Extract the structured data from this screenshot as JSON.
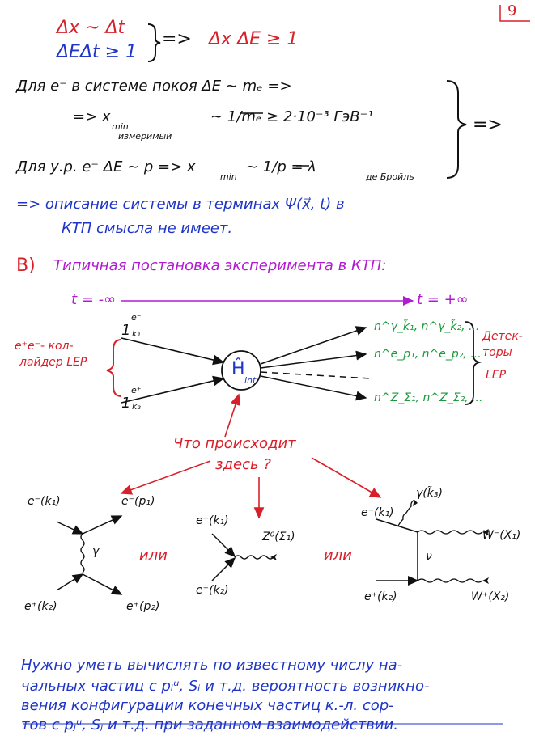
{
  "page_number": "9",
  "top": {
    "line1": "Δx ~ Δt",
    "line2": "ΔEΔt ≥ 1",
    "arrow": "}=>",
    "result": "Δx ΔE ≥ 1"
  },
  "rest": {
    "line1": "Для e⁻ в системе покоя ΔE ~ mₑ =>",
    "line2a": "=> x",
    "line2sub1": "min",
    "line2sub2": "измеримый",
    "line2b": "~ 1/mₑ ≥ 2·10⁻³ ГэВ⁻¹",
    "line3": "Для у.р. e⁻ ΔE ~ p => x",
    "line3sub": "min",
    "line3b": "~ 1/p = λ",
    "line3sub2": "де Бройль",
    "arrow_right": "=>"
  },
  "conclusion": {
    "line1": "=> описание системы в терминах Ψ(x⃗, t) в",
    "line2": "КТП смысла не имеет."
  },
  "section_b": {
    "label": "B)",
    "title": "Типичная постановка эксперимента в КТП:"
  },
  "timeline": {
    "left": "t = -∞",
    "right": "t = +∞"
  },
  "collider": {
    "label_line1": "e⁺e⁻- кол-",
    "label_line2": "лайдер LEP",
    "in1": "1",
    "in1_sup": "e⁻",
    "in1_sub": "k₁",
    "in2": "1",
    "in2_sup": "e⁺",
    "in2_sub": "k₂",
    "hamiltonian": "Ĥ",
    "hamiltonian_sub": "int"
  },
  "outputs": {
    "row1": "n^γ_k̃₁, n^γ_k̃₂, ...",
    "row2": "n^e_p₁, n^e_p₂, ...",
    "row3": "n^Z_Σ₁, n^Z_Σ₂, ..."
  },
  "detectors": {
    "line1": "Детек-",
    "line2": "торы",
    "line3": "LEP"
  },
  "question": {
    "line1": "Что происходит",
    "line2": "здесь ?"
  },
  "diagram1": {
    "tl": "e⁻(k₁)",
    "tr": "e⁻(p₁)",
    "bl": "e⁺(k₂)",
    "br": "e⁺(p₂)",
    "mid": "γ"
  },
  "or1": "или",
  "diagram2": {
    "tl": "e⁻(k₁)",
    "bl": "e⁺(k₂)",
    "out": "Z⁰(Σ₁)"
  },
  "or2": "или",
  "diagram3": {
    "tl": "e⁻(k₁)",
    "top": "γ(k̃₃)",
    "bl": "e⁺(k₂)",
    "mid": "ν",
    "r1": "W⁻(X₁)",
    "r2": "W⁺(X₂)"
  },
  "summary": {
    "line1": "Нужно уметь вычислять по известному числу на-",
    "line2": "чальных частиц с pᵢᵘ, Sᵢ и т.д. вероятность возникно-",
    "line3": "вения конфигурации конечных частиц к.-л. сор-",
    "line4": "тов с pⱼᵘ, Sⱼ и т.д. при заданном взаимодействии."
  },
  "colors": {
    "red": "#d8202a",
    "blue": "#1e35c8",
    "purple": "#b21ad2",
    "green": "#1a9a3a",
    "black": "#111111"
  }
}
